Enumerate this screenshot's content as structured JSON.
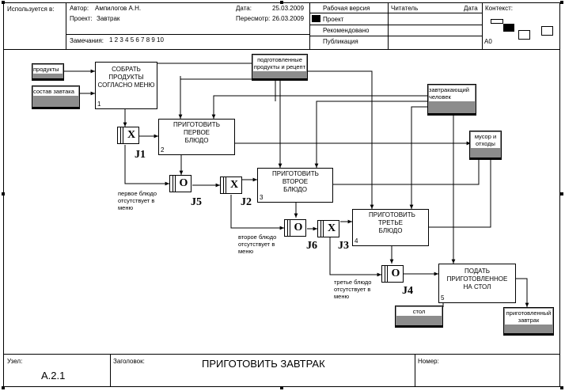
{
  "header": {
    "used_in_label": "Используется в:",
    "author_label": "Автор:",
    "author": "Ампилогов А.Н.",
    "project_label": "Проект:",
    "project": "Завтрак",
    "notes_label": "Замечания:",
    "notes_numbers": "1  2  3  4  5  6  7  8  9  10",
    "date_label": "Дата:",
    "date": "25.03.2009",
    "review_label": "Пересмотр:",
    "review_date": "26.03.2009",
    "status": [
      "Рабочая версия",
      "Проект",
      "Рекомендовано",
      "Публикация"
    ],
    "reader_label": "Читатель",
    "reader_date_label": "Дата",
    "context_label": "Контекст:",
    "context_node": "A0"
  },
  "footer": {
    "node_label": "Узел:",
    "node": "А.2.1",
    "title_label": "Заголовок:",
    "title": "ПРИГОТОВИТЬ ЗАВТРАК",
    "number_label": "Номер:"
  },
  "diagram": {
    "boxes": [
      {
        "label": "СОБРАТЬ ПРОДУКТЫ СОГЛАСНО МЕНЮ",
        "num": "1"
      },
      {
        "label": "ПРИГОТОВИТЬ ПЕРВОЕ БЛЮДО",
        "num": "2"
      },
      {
        "label": "ПРИГОТОВИТЬ ВТОРОЕ БЛЮДО",
        "num": "3"
      },
      {
        "label": "ПРИГОТОВИТЬ ТРЕТЬЕ БЛЮДО",
        "num": "4"
      },
      {
        "label": "ПОДАТЬ ПРИГОТОВЛЕННОЕ НА СТОЛ",
        "num": "5"
      }
    ],
    "objects": {
      "products": "продукты",
      "breakfast_list": "состав завтака",
      "prepared": "подготовленные продукты и рецепт",
      "person": "завтракающий человек",
      "trash": "мусор и отходы",
      "table": "стол",
      "ready": "приготовленный завтрак"
    },
    "junctions": [
      {
        "type": "X",
        "label": "J1"
      },
      {
        "type": "O",
        "label": "J5"
      },
      {
        "type": "X",
        "label": "J2"
      },
      {
        "type": "O",
        "label": "J6"
      },
      {
        "type": "X",
        "label": "J3"
      },
      {
        "type": "O",
        "label": "J4"
      }
    ],
    "notes": [
      "первое блюдо отсутствует в меню",
      "второе блюдо отсутствует в меню",
      "третье блюдо отсутствует в меню"
    ]
  }
}
